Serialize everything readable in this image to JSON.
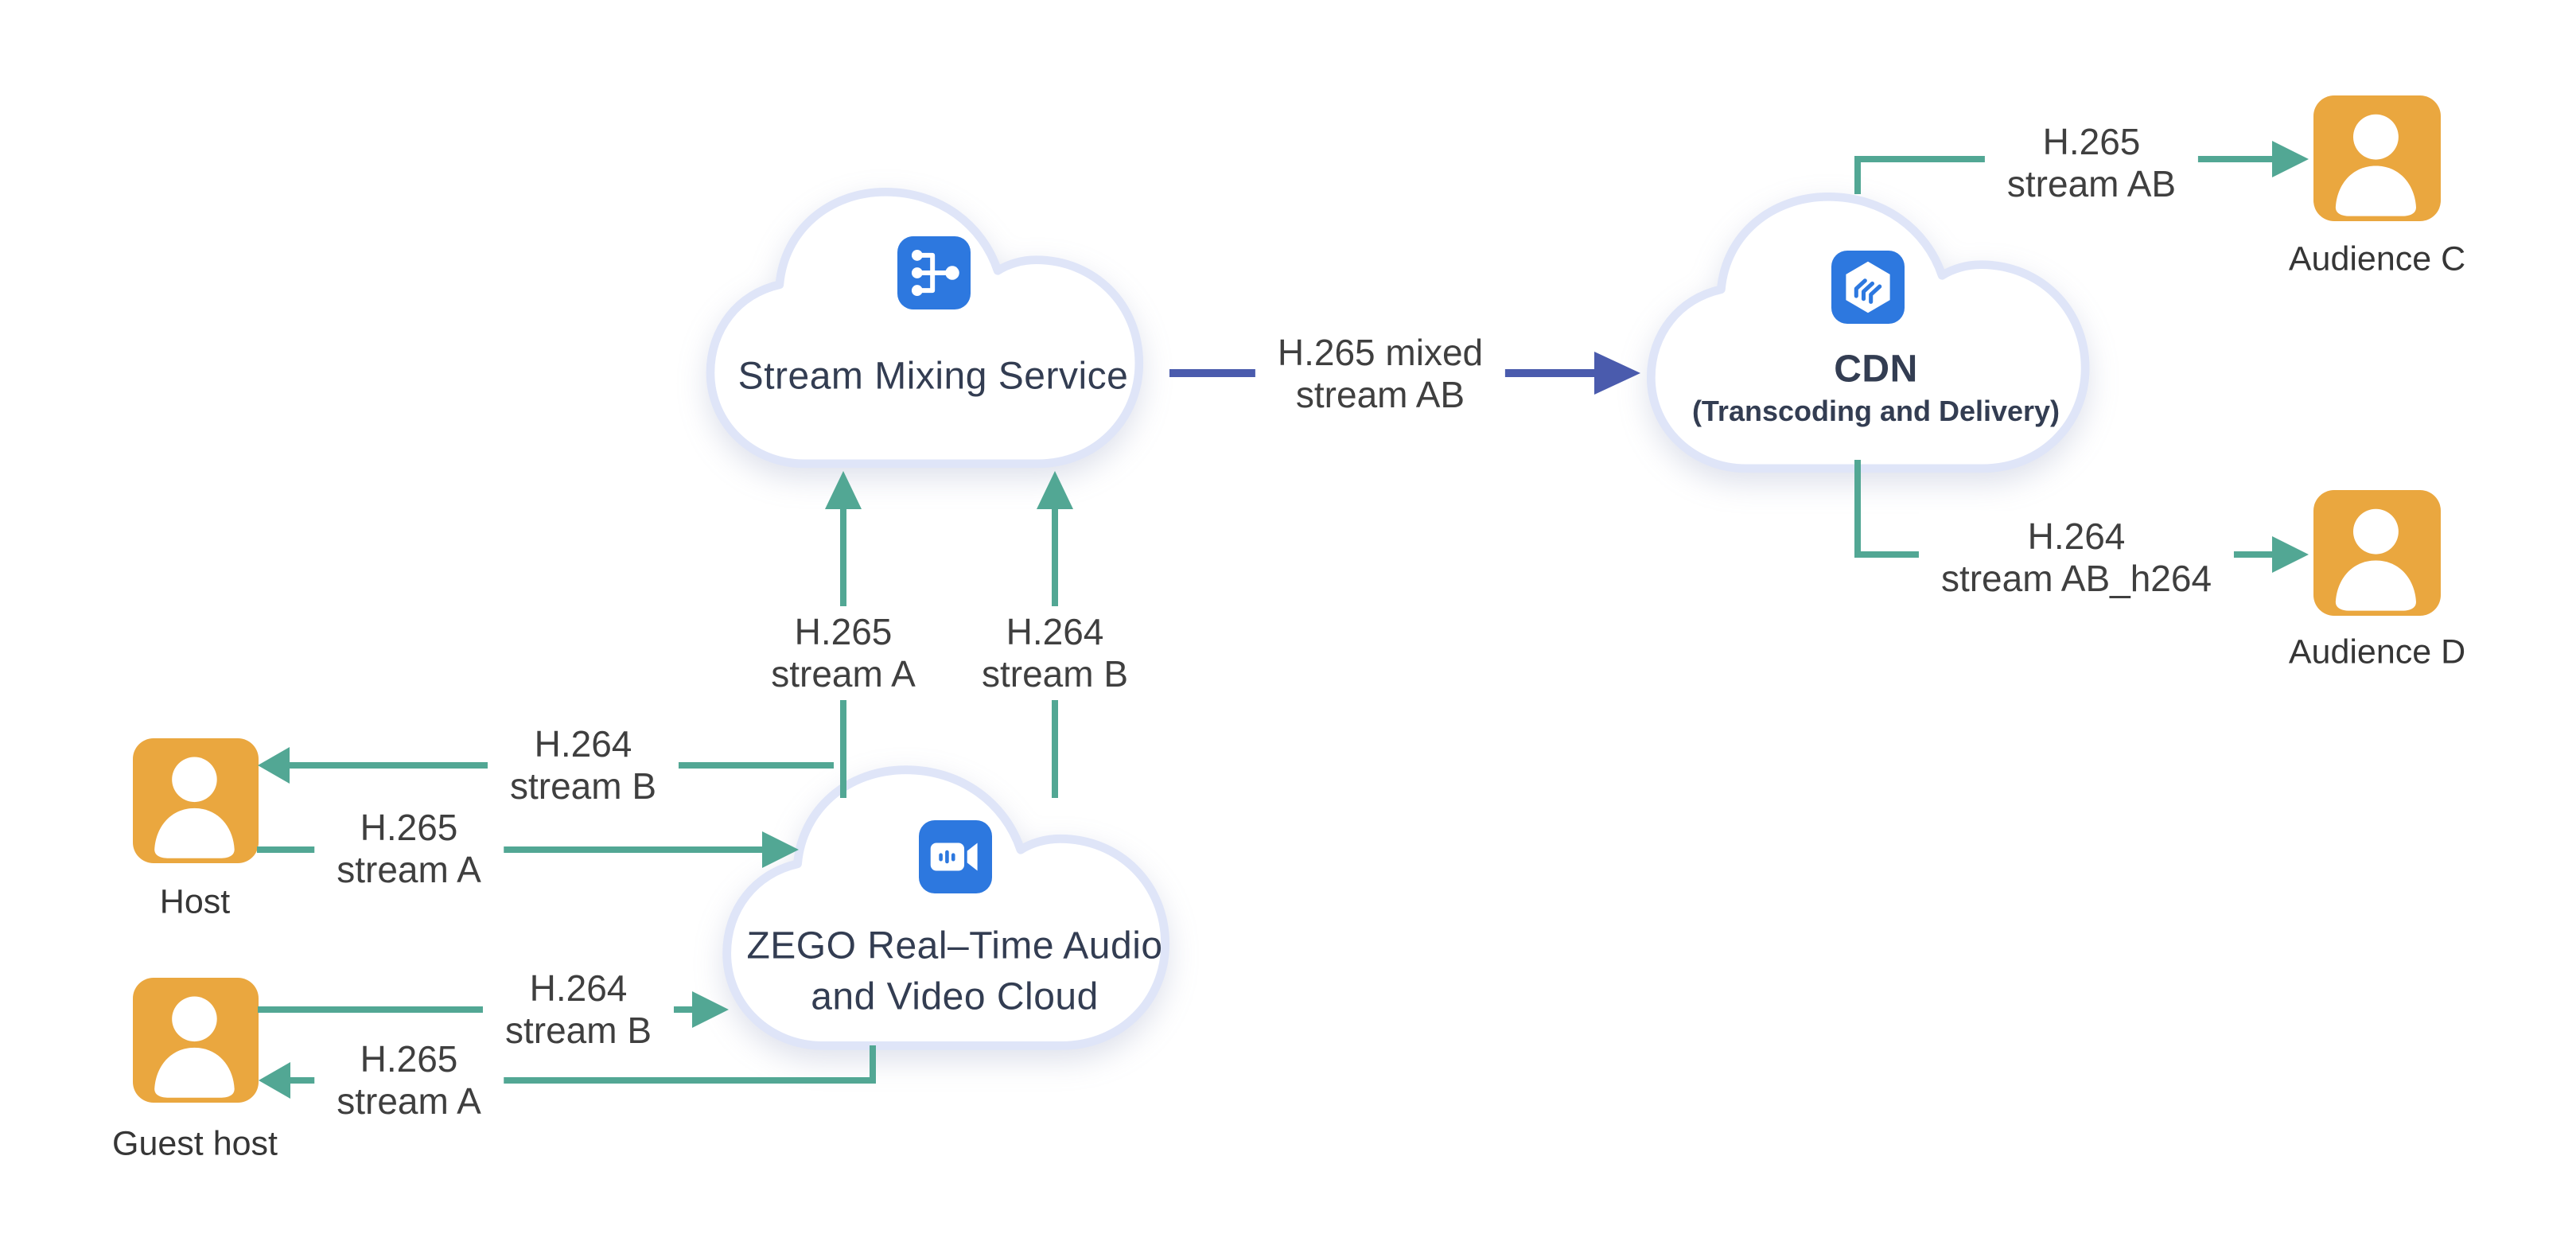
{
  "clouds": {
    "stream_mixing": {
      "title": "Stream Mixing Service",
      "icon": "merge-icon"
    },
    "cdn": {
      "title": "CDN",
      "subtitle": "(Transcoding and Delivery)",
      "icon": "cdn-hexagon-icon"
    },
    "zego": {
      "title_line1": "ZEGO Real–Time Audio",
      "title_line2": "and Video Cloud",
      "icon": "video-camera-icon"
    }
  },
  "people": {
    "host": {
      "label": "Host",
      "icon": "user-icon"
    },
    "guest_host": {
      "label": "Guest host",
      "icon": "user-icon"
    },
    "audience_c": {
      "label": "Audience C",
      "icon": "user-icon"
    },
    "audience_d": {
      "label": "Audience D",
      "icon": "user-icon"
    }
  },
  "streams": {
    "zego_to_sms_a": {
      "line1": "H.265",
      "line2": "stream A"
    },
    "zego_to_sms_b": {
      "line1": "H.264",
      "line2": "stream B"
    },
    "sms_to_cdn": {
      "line1": "H.265 mixed",
      "line2": "stream AB"
    },
    "zego_to_host": {
      "line1": "H.264",
      "line2": "stream B"
    },
    "host_to_zego": {
      "line1": "H.265",
      "line2": "stream A"
    },
    "guest_to_zego": {
      "line1": "H.264",
      "line2": "stream B"
    },
    "zego_to_guest": {
      "line1": "H.265",
      "line2": "stream A"
    },
    "cdn_to_audience_c": {
      "line1": "H.265",
      "line2": "stream AB"
    },
    "cdn_to_audience_d": {
      "line1": "H.264",
      "line2": "stream AB_h264"
    }
  },
  "colors": {
    "teal_arrow": "#52a794",
    "indigo_arrow": "#4a5bad",
    "icon_blue": "#2d78df",
    "person_orange": "#eaa73f",
    "cloud_border": "#dfe5f8",
    "cloud_text": "#333d52",
    "label_text": "#3f3f3f",
    "background": "#ffffff"
  }
}
